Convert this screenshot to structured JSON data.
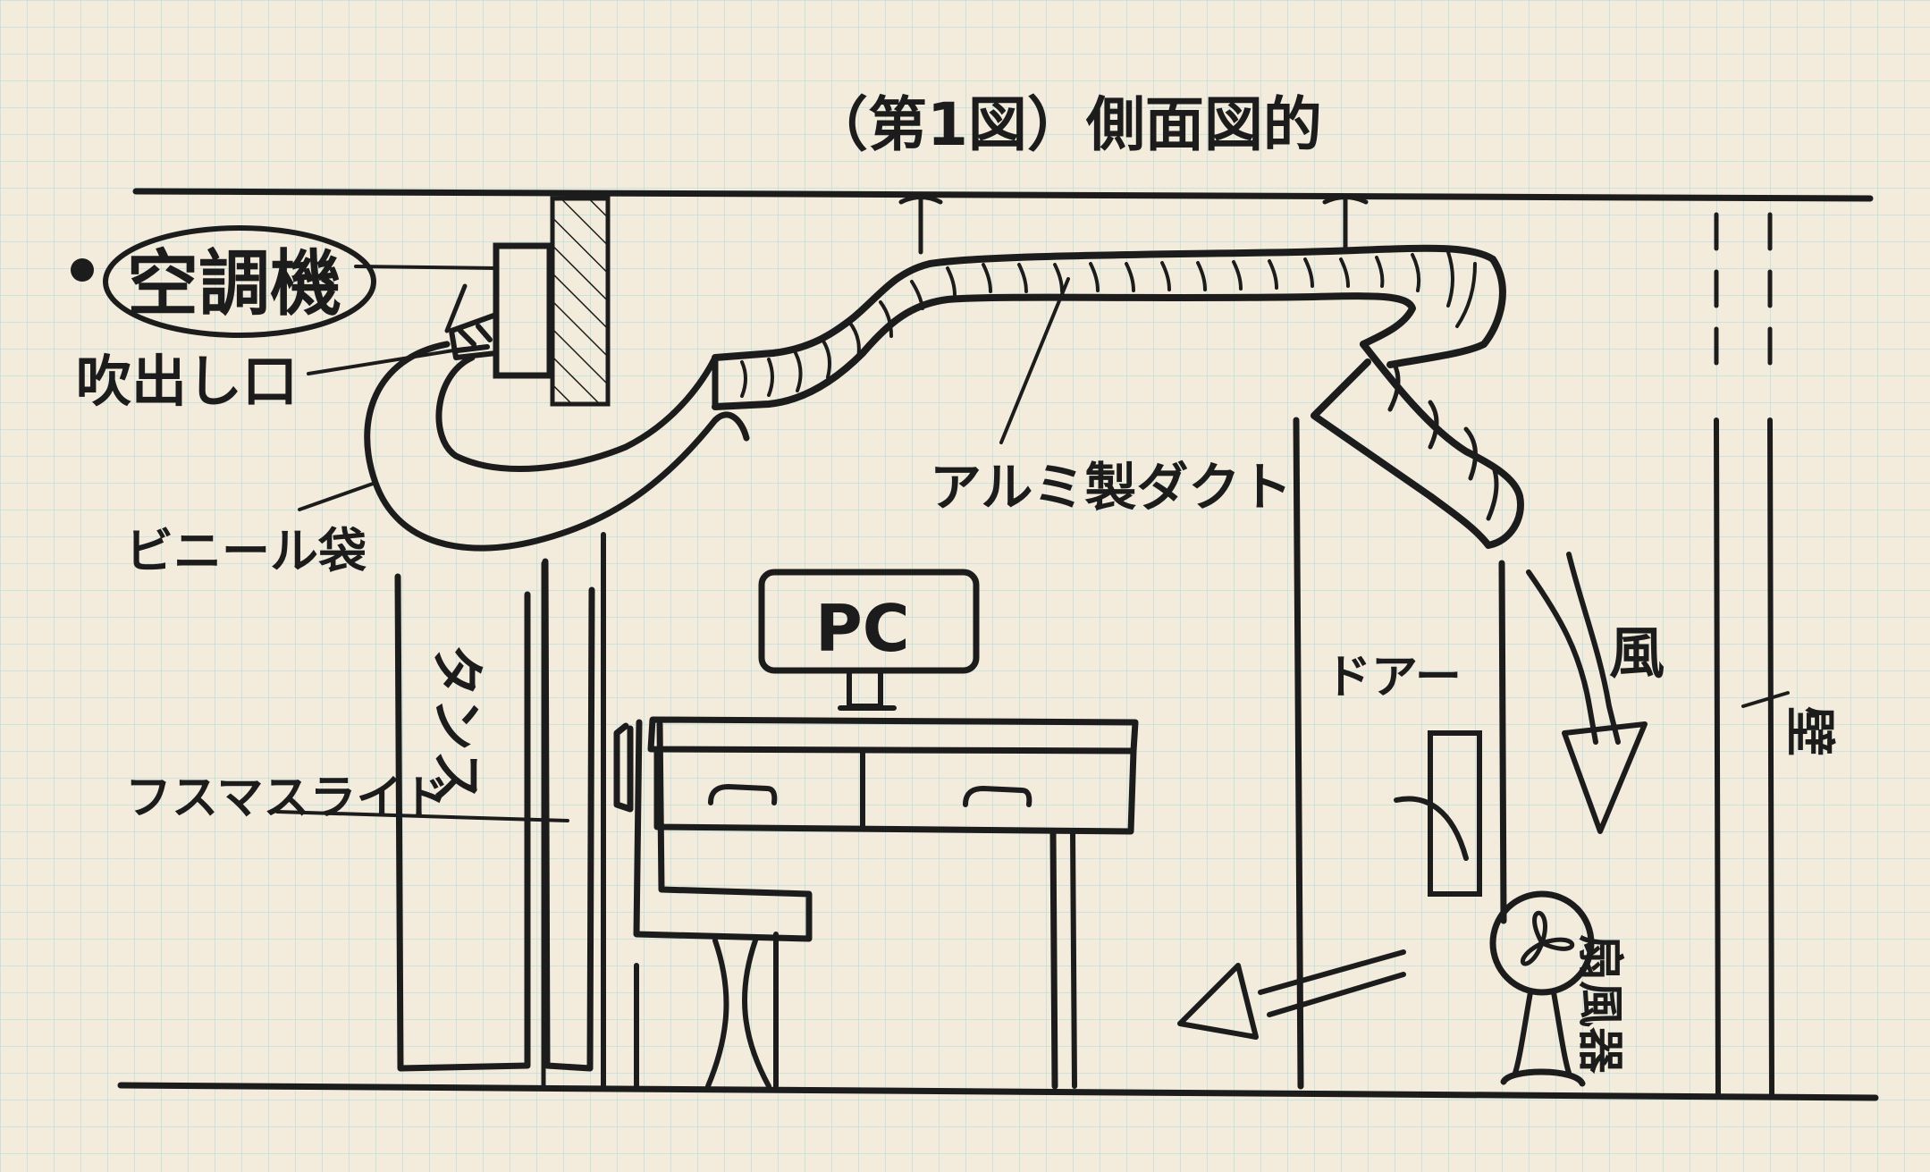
{
  "figure": {
    "title": "（第1図）側面図的",
    "ink_color": "#1c1c1c",
    "paper_color": "#f3ecdd",
    "grid_color": "#9fd3d8"
  },
  "labels": {
    "aircon": "空調機",
    "outlet": "吹出し口",
    "vinyl_bag": "ビニール袋",
    "duct": "アルミ製ダクト",
    "wardrobe": "タンス",
    "fusuma": "フスマスライド",
    "pc": "PC",
    "door": "ドアー",
    "wind": "風",
    "wall": "壁",
    "fan": "扇風器"
  }
}
